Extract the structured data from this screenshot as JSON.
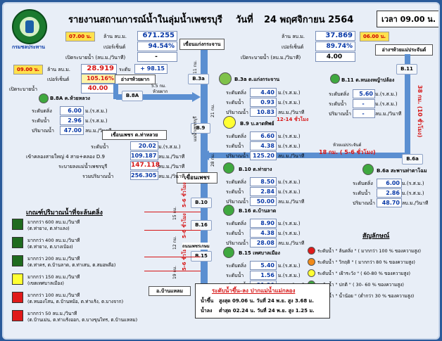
{
  "title": "รายงานสถานการณ์น้ำในลุ่มน้ำเพชรบุรี",
  "date_label": "วันที่",
  "date": "24 พฤศจิกายน 2564",
  "time_label": "เวลา 09.00 น.",
  "logo_text": "กรมชลประทาน",
  "kaeng_krachan": {
    "time": "07.00 น.",
    "volume_label": "ล้าน ลบ.ม.",
    "volume": "671.255",
    "percent_label": "เปอร์เซ็นต์",
    "percent": "94.54%",
    "release_label": "เปิดระบายน้ำ (ลบ.ม./วินาที)",
    "release": "-",
    "name": "เขื่อนแก่งกระจาน"
  },
  "huai_mae_prachan": {
    "time": "06.00 น.",
    "volume_label": "ล้าน ลบ.ม.",
    "volume": "37.869",
    "percent_label": "เปอร์เซ็นต์",
    "percent": "89.74%",
    "release_label": "เปิดระบายน้ำ (ลบ.ม./วินาที)",
    "release": "4.00",
    "name": "อ่างฯห้วยแม่ประจันต์"
  },
  "huai_pak": {
    "time": "09.00 น.",
    "volume_label": "ล้าน ลบ.ม.",
    "volume": "28.919",
    "level_label": "ระดับ",
    "level": "+ 98.15",
    "percent_label": "เปอร์เซ็นต์",
    "percent": "105.16%",
    "release_label": "เปิดระบายน้ำ",
    "release": "40.00",
    "name": "อ่างฯห้วยผาก"
  },
  "stations": {
    "B8A": {
      "code": "B.8A",
      "name": "ค.ห้วยหลวง",
      "level": "6.00",
      "flow": "2.96",
      "discharge": "47.00"
    },
    "B3a": {
      "code": "B.3a",
      "name": "ต.แก่งกระจาน",
      "level": "4.40",
      "flow": "0.93",
      "discharge": "10.83",
      "travel": "12-14 ชั่วโมง"
    },
    "B11": {
      "code": "B.11",
      "name": "ต.หนองหญ้าปล้อง",
      "level": "5.60",
      "flow": "-",
      "discharge": "-"
    },
    "B9": {
      "code": "B.9",
      "name": "บ.ลาดทิพย์",
      "level": "6.60",
      "flow": "4.38",
      "discharge": "125.20"
    },
    "B10": {
      "code": "B.10",
      "name": "ต.ท่ายาง",
      "level": "8.50",
      "flow": "2.84",
      "discharge": "50.00"
    },
    "B6a": {
      "code": "B.6a",
      "name": "สะพานท่าตาโฉม",
      "level": "6.00",
      "flow": "2.86",
      "discharge": "48.70"
    },
    "B16": {
      "code": "B.16",
      "name": "ต.บ้านลาด",
      "level": "8.90",
      "flow": "4.38",
      "discharge": "28.08"
    },
    "B15": {
      "code": "B.15",
      "name": "เทศบาลเมือง",
      "level": "5.40",
      "flow": "1.56",
      "discharge": "21.20"
    }
  },
  "labels": {
    "level": "ระดับตลิ่ง",
    "flow": "ระดับน้ำ",
    "discharge": "ปริมาณน้ำ",
    "unit_level": "ม.(ร.ส.ม.)",
    "unit_flow": "ลบ.ม./วินาที"
  },
  "petchaburi_weir": {
    "name": "เขื่อนเพชร ต.ท่าหลวย",
    "level_label": "ระดับน้ำ",
    "level": "20.02",
    "level_unit": "ม.(ร.ส.ม.)",
    "canal_label": "เข้าคลองสายใหญ่ 4 สาย+คลอง D.9",
    "canal": "109.187",
    "canal_unit": "ลบ.ม./วินาที",
    "river_label": "ระบายลงแม่น้ำเพชรบุรี",
    "river": "147.118",
    "river_unit": "ลบ.ม./วินาที",
    "total_label": "รวมปริมาณน้ำ",
    "total": "256.305",
    "total_unit": "ลบ.ม./วินาที",
    "dam_name": "เขื่อนเพชร"
  },
  "distances": {
    "d1": "11 กม.",
    "d2": "21 กม.",
    "d3": "28 กม.",
    "d4": "38 กม. (10 ชั่วโมง)",
    "d5": "18 กม. ( 5-6 ชั่วโมง)",
    "d6": "15 กม.",
    "d7": "12 กม.",
    "d8": "19 กม.",
    "d9": "5.5 กม.",
    "d5_label": "ห้วยแม่ประจันต์",
    "huai_pak_river": "ห้วยผาก",
    "mae_petch": "แม่น้ำเพชรบุรี",
    "t1": "5-6 ชั่วโมง",
    "t2": "5-6 ชั่วโมง",
    "t3": "5-6 ชั่วโมง",
    "city": "ถนนเพชรเกษม",
    "ban_laem": "อ.บ้านแหลม"
  },
  "criteria": {
    "title": "เกณฑ์ปริมาณน้ำที่จะล้นตลิ่ง",
    "items": [
      {
        "color": "#1f6b1f",
        "line1": "มากกว่า 600 ลบ.ม./วินาที",
        "line2": "(ต.ท่ายาง, ต.ท่าแลง)"
      },
      {
        "color": "#1f6b1f",
        "line1": "มากกว่า 400 ลบ.ม./วินาที",
        "line2": "(ต.ท่ายาง, ต.บางเบ้อง)"
      },
      {
        "color": "#1f6b1f",
        "line1": "มากกว่า 200 ลบ.ม./วินาที",
        "line2": "(ต.ท่าคร, ต.บ้านลาด, ต.ท่าเสน, ต.สมอพลือ)"
      },
      {
        "color": "#ffff33",
        "line1": "มากกว่า 150 ลบ.ม./วินาที",
        "line2": "(เขตเทศบาลเมือง)"
      },
      {
        "color": "#e01a1a",
        "line1": "มากกว่า 100 ลบ.ม./วินาที",
        "line2": "(ต.หนองโสน, ต.บ้านหม้อ, ต.ท่าแร้ง, ต.บางจาก)"
      },
      {
        "color": "#e01a1a",
        "line1": "มากกว่า 50 ลบ.ม./วินาที",
        "line2": "(ต.บ้านเม่น, ต.ท่าแร้งออก, ต.บางขุนไทร, ต.บ้านแหลม)"
      }
    ]
  },
  "legend": {
    "title": "สัญลักษณ์",
    "items": [
      {
        "color": "#e01a1a",
        "text": "ระดับน้ำ \" ล้นตลิ่ง \" ( มากกว่า 100 % ของความสูง)"
      },
      {
        "color": "#f08a1a",
        "text": "ระดับน้ำ \" วิกฤติ \" ( มากกว่า 80 % ของความสูง)"
      },
      {
        "color": "#ffff33",
        "text": "ระดับน้ำ \" เฝ้าระวัง \" ( 60-80 % ของความสูง)"
      },
      {
        "color": "#3fa83f",
        "text": "ระดับน้ำ \" ปกติ \" ( 30- 60 % ของความสูง)"
      },
      {
        "color": "#7fc24a",
        "text": "ระดับน้ำ \" น้ำน้อย \" (ต่ำกว่า 30 % ของความสูง)"
      }
    ]
  },
  "tide": {
    "title": "ระดับน้ำขึ้น-ลง ปากแม่น้ำแม่กลอง",
    "high_label": "น้ำขึ้น",
    "high": "สูงสุด 09.06 น. วันที่ 24 พ.ย. สูง 3.68 ม.",
    "low_label": "น้ำลง",
    "low": "ต่ำสุด 02.24 น. วันที่ 24 พ.ย. สูง 1.25 ม."
  }
}
